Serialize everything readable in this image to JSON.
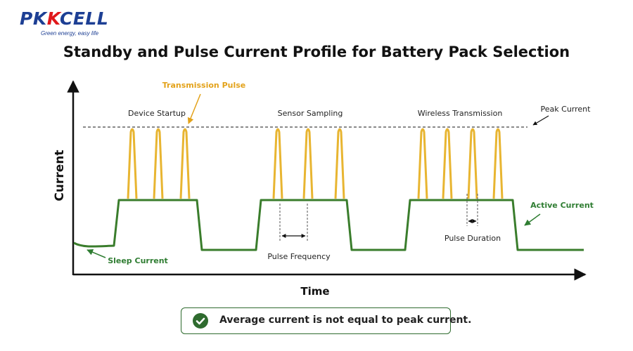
{
  "brand": {
    "name_pre": "PK",
    "name_k": "",
    "name_post": "CELL",
    "tagline": "Green energy, easy life"
  },
  "title": "Standby and Pulse Current Profile for Battery Pack Selection",
  "axes": {
    "y_label": "Current",
    "x_label": "Time"
  },
  "phases": [
    "Device Startup",
    "Sensor Sampling",
    "Wireless Transmission"
  ],
  "labels": {
    "transmission_pulse": "Transmission Pulse",
    "peak_current": "Peak Current",
    "active_current": "Active Current",
    "sleep_current": "Sleep Current",
    "pulse_frequency": "Pulse Frequency",
    "pulse_duration": "Pulse Duration"
  },
  "note": "Average current is not equal to peak current.",
  "colors": {
    "active_line": "#3a7d2c",
    "pulse": "#e8b531",
    "label_green": "#2f7d32",
    "label_orange": "#e3a21a",
    "brand_blue": "#1d3f94",
    "brand_red": "#e0181b"
  }
}
